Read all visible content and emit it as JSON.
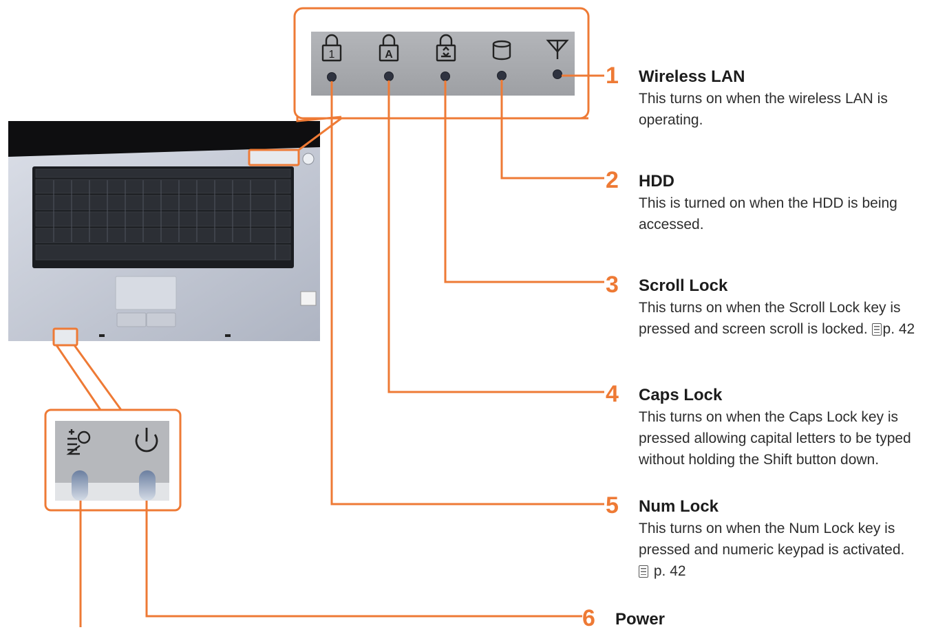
{
  "indicators": [
    {
      "num": "1",
      "title": "Wireless LAN",
      "desc": "This turns on when the wireless LAN is operating.",
      "ref": ""
    },
    {
      "num": "2",
      "title": "HDD",
      "desc": "This is turned on when the HDD is being accessed.",
      "ref": ""
    },
    {
      "num": "3",
      "title": "Scroll Lock",
      "desc": "This turns on when the Scroll Lock key is pressed and screen scroll is locked.",
      "ref": "p. 42"
    },
    {
      "num": "4",
      "title": "Caps Lock",
      "desc": "This turns on when the Caps Lock key is pressed allowing capital letters to be typed without holding the Shift button down.",
      "ref": ""
    },
    {
      "num": "5",
      "title": "Num Lock",
      "desc": "This turns on when the Num Lock key is pressed and numeric keypad is activated.",
      "ref": "p. 42"
    },
    {
      "num": "6",
      "title": "Power",
      "desc": "",
      "ref": ""
    }
  ],
  "panel_icons": {
    "top": [
      "num-lock-icon",
      "caps-lock-icon",
      "scroll-lock-icon",
      "hdd-icon",
      "wireless-icon"
    ],
    "bottom": [
      "battery-charge-icon",
      "power-icon"
    ]
  },
  "panel_glyphs": {
    "num_lock": "1",
    "caps_lock": "A"
  },
  "colors": {
    "callout": "#ee7a35",
    "panel": "#a9abaf",
    "laptop_body": "#c4cad6",
    "keyboard": "#1b1d21"
  }
}
